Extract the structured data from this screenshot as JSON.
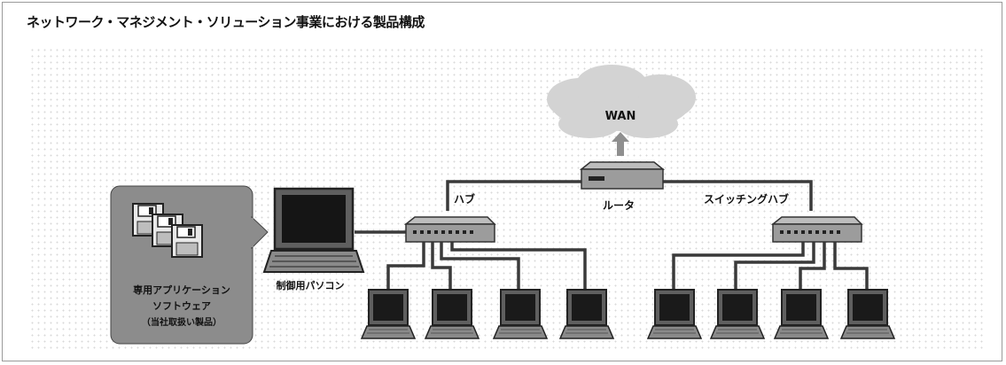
{
  "title": "ネットワーク・マネジメント・ソリューション事業における製品構成",
  "nodes": {
    "wan": "WAN",
    "router": "ルータ",
    "hub": "ハブ",
    "switching_hub": "スイッチングハブ",
    "control_pc": "制御用パソコン",
    "software": {
      "line1": "専用アプリケーション",
      "line2": "ソフトウェア",
      "line3": "（当社取扱い製品）"
    }
  },
  "colors": {
    "line": "#3a3a3a",
    "cloud": "#cfcfcf",
    "device": "#9a9a9a",
    "callout": "#8c8c8c"
  }
}
